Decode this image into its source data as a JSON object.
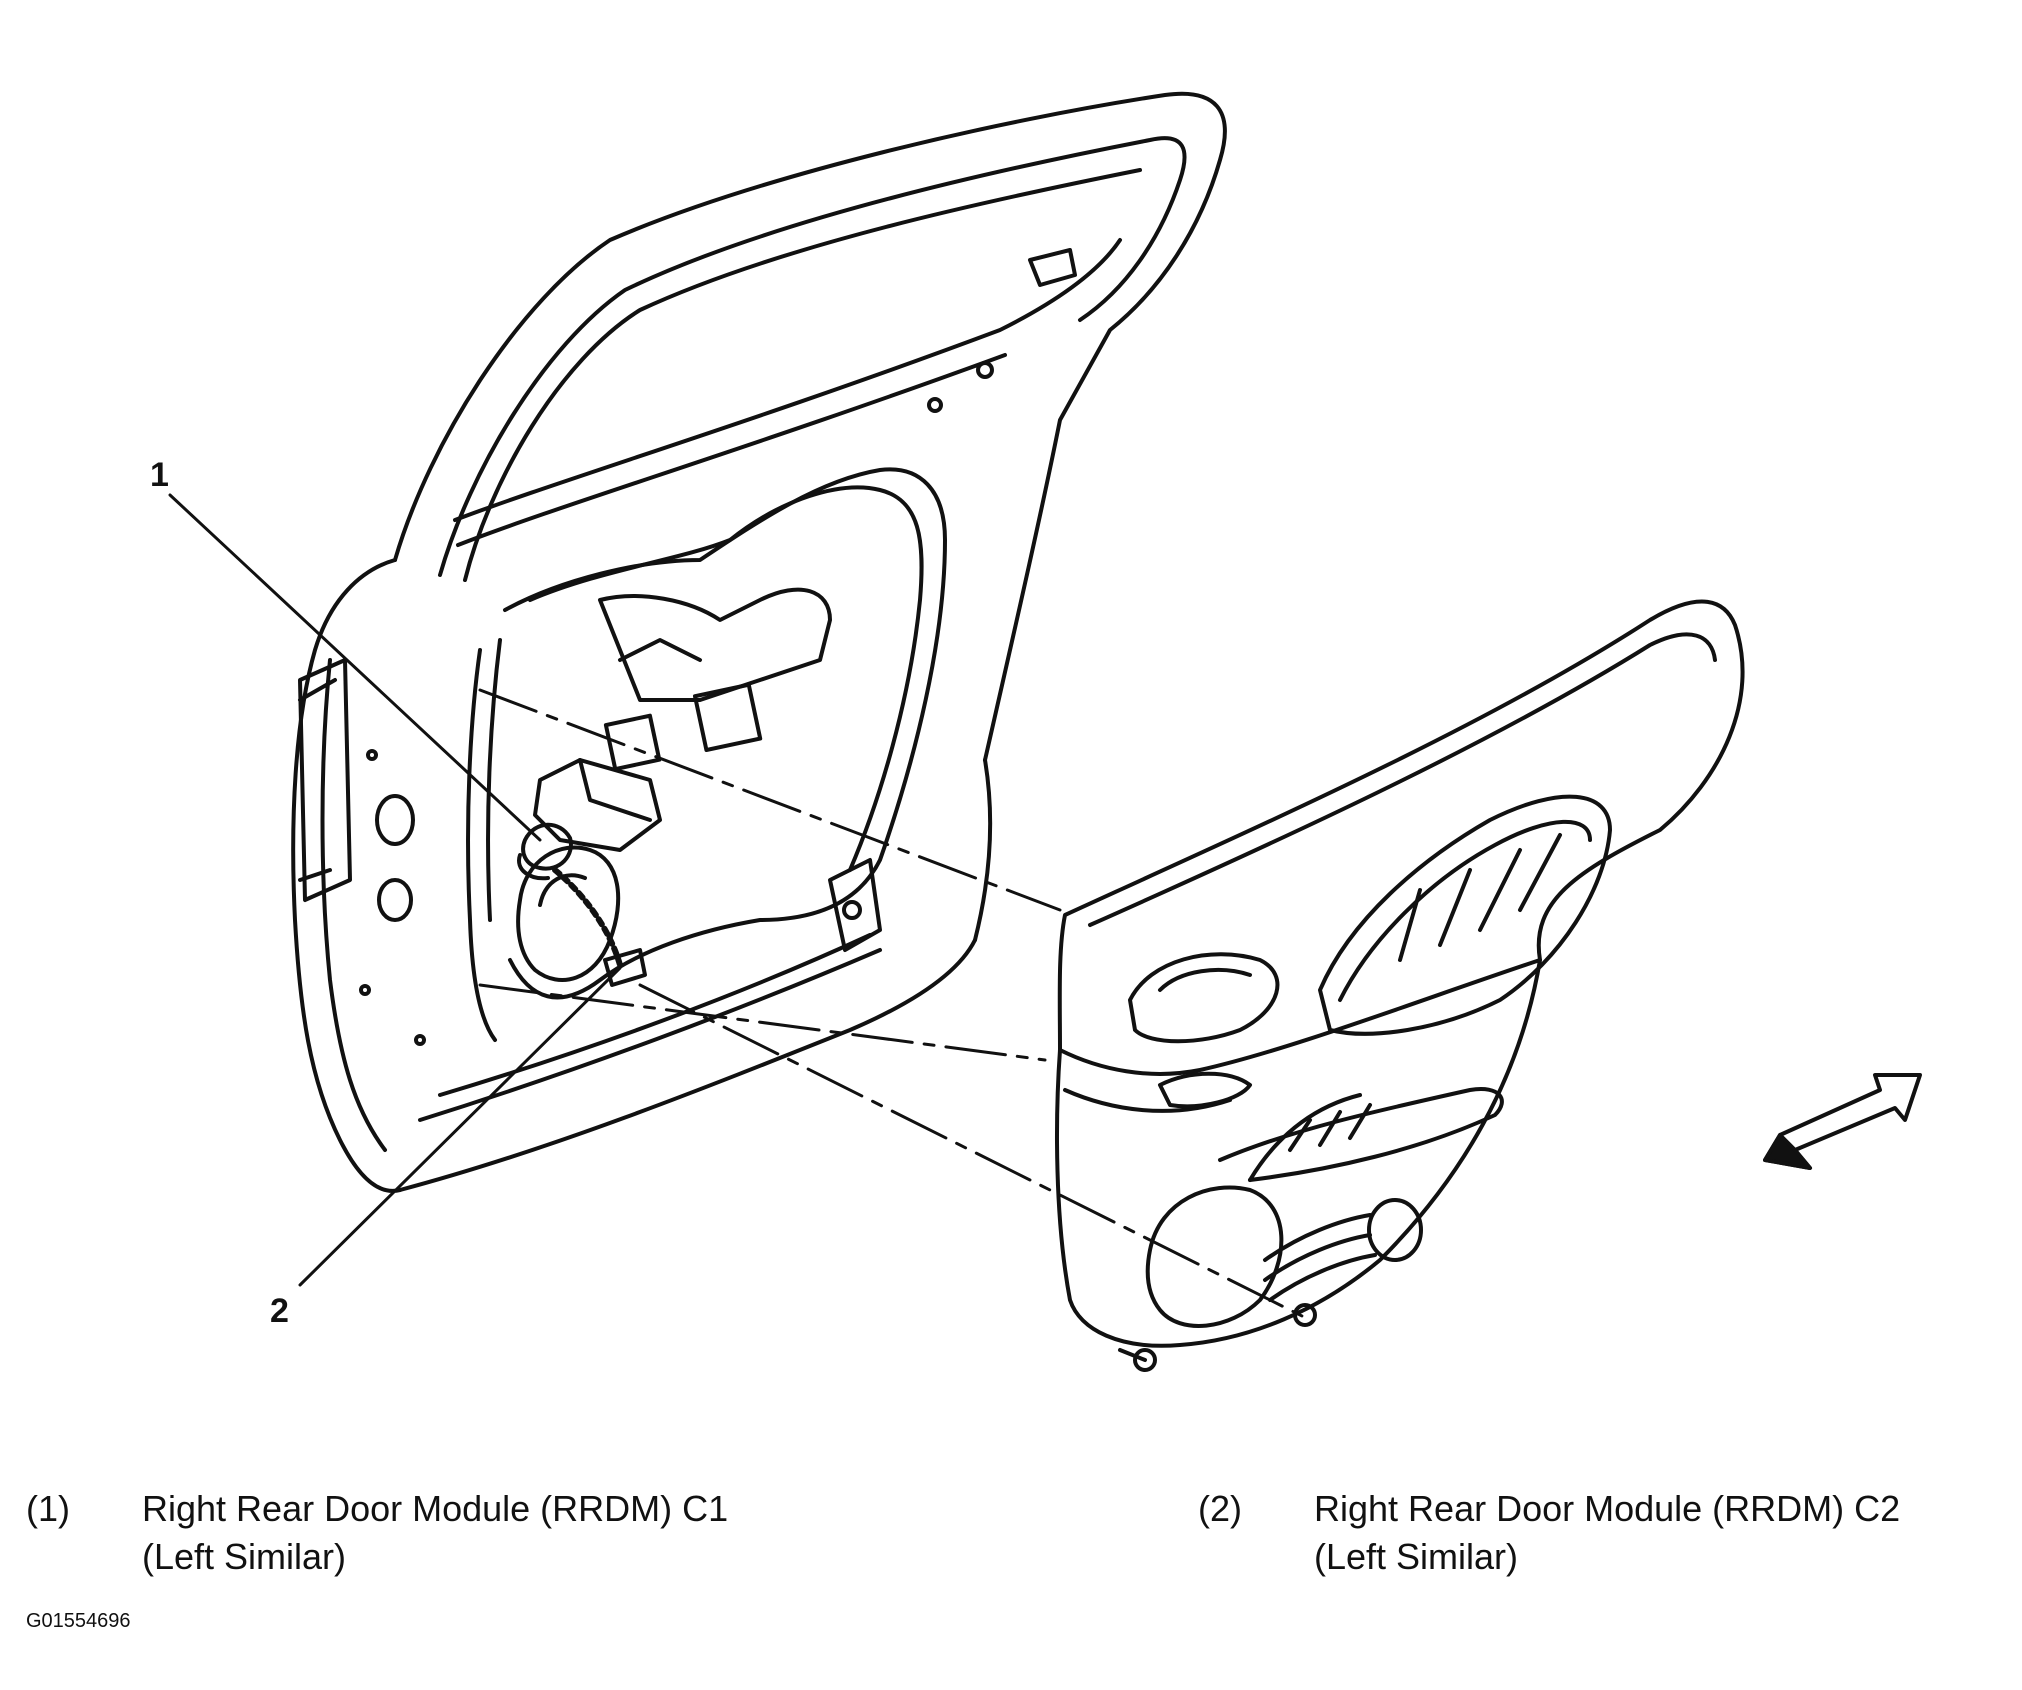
{
  "callouts": [
    {
      "number": "1"
    },
    {
      "number": "2"
    }
  ],
  "legend": [
    {
      "number": "(1)",
      "line1": "Right Rear Door Module (RRDM) C1",
      "line2": "(Left Similar)"
    },
    {
      "number": "(2)",
      "line1": "Right Rear Door Module (RRDM) C2",
      "line2": "(Left Similar)"
    }
  ],
  "figure_id": "G01554696",
  "icons": [
    "view-direction-arrow-icon"
  ]
}
